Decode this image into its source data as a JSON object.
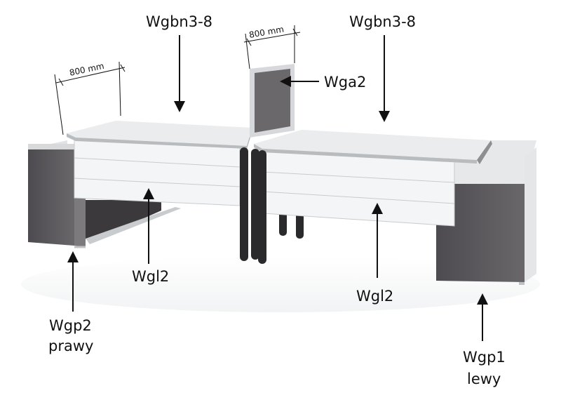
{
  "labels": {
    "top_left": "Wgbn3-8",
    "top_right": "Wgbn3-8",
    "screen": "Wga2",
    "front_left": "Wgl2",
    "front_right": "Wgl2",
    "pedestal_left": [
      "Wgp2",
      "prawy"
    ],
    "pedestal_right": [
      "Wgp1",
      "lewy"
    ]
  },
  "dimensions": {
    "left": "800 mm",
    "screen": "800 mm"
  },
  "colors": {
    "desktop": "#e9ebed",
    "modesty_panel": "#f3f4f6",
    "pedestal": "#5d5a5e",
    "screen_panel": "#6b686c",
    "frame": "#cfd2d5",
    "legs": "#2a2a2c",
    "arrow": "#111111"
  }
}
